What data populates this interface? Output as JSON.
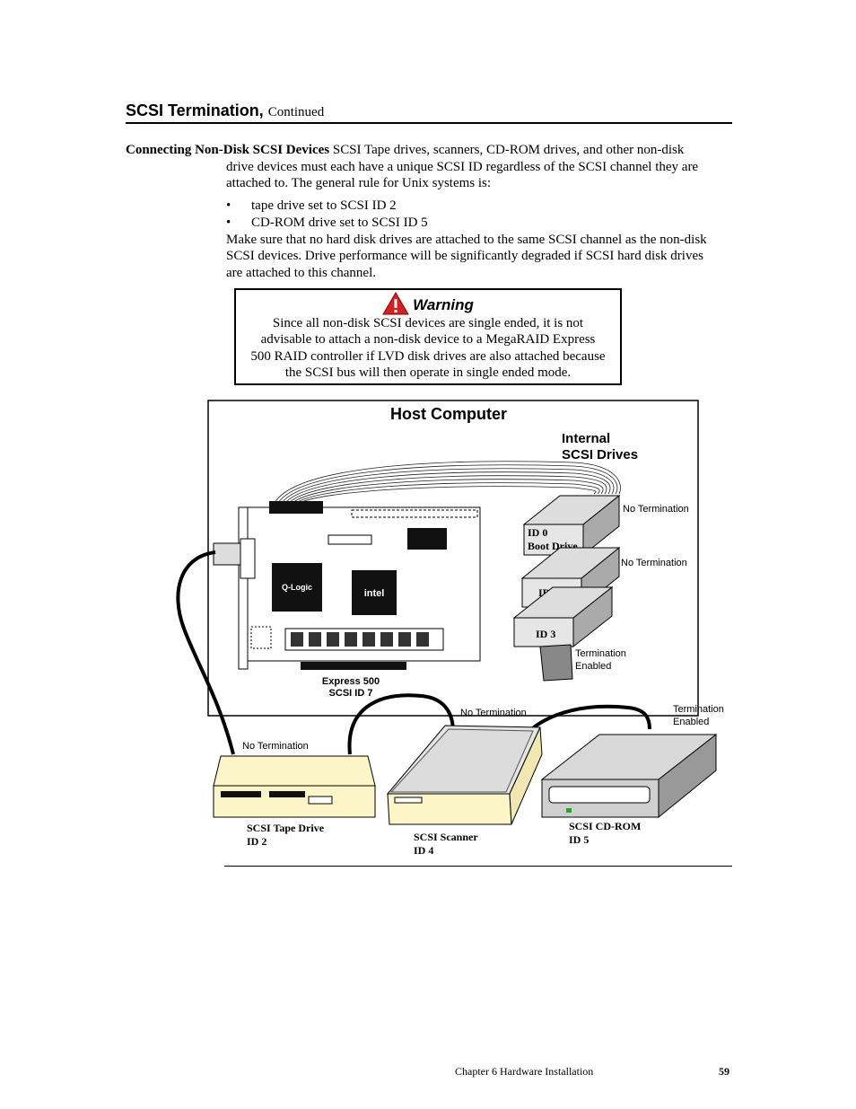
{
  "heading": {
    "title": "SCSI Termination,",
    "continued": "Continued"
  },
  "section": {
    "lead": "Connecting Non-Disk SCSI Devices",
    "intro": "SCSI Tape drives, scanners, CD-ROM drives, and other non-disk",
    "intro_l2": "drive devices must each have a unique SCSI ID regardless of the SCSI channel they are",
    "intro_l3": "attached to. The general rule for Unix systems is:",
    "bullets": [
      "tape drive set to SCSI ID 2",
      "CD-ROM drive set to SCSI ID 5"
    ],
    "bullet_symbol": "•",
    "para_l1": "Make sure that no hard disk drives are attached to the same SCSI channel as the non-disk",
    "para_l2": "SCSI devices. Drive performance will be significantly degraded if SCSI hard disk drives",
    "para_l3": "are attached to this channel."
  },
  "warning": {
    "title": "Warning",
    "icon": "warning-triangle-icon",
    "l1": "Since all non-disk SCSI devices are single ended, it is not",
    "l2": "advisable to attach a non-disk device to a MegaRAID Express",
    "l3": "500 RAID controller if LVD disk drives are also attached because",
    "l4": "the SCSI bus will then operate in single ended mode."
  },
  "diagram": {
    "host_title": "Host Computer",
    "internal_l1": "Internal",
    "internal_l2": "SCSI Drives",
    "no_term_1": "No Termination",
    "no_term_2": "No Termination",
    "term_enabled_l1": "Termination",
    "term_enabled_l2": "Enabled",
    "drive0_l1": "ID 0",
    "drive0_l2": "Boot Drive",
    "drive1": "ID 1",
    "drive3": "ID 3",
    "qlogic": "Q-Logic",
    "intel": "intel",
    "controller_l1": "Express 500",
    "controller_l2": "SCSI ID 7",
    "tape_no_term": "No Termination",
    "scanner_no_term": "No Termination",
    "cdrom_term_l1": "Termination",
    "cdrom_term_l2": "Enabled",
    "tape_l1": "SCSI Tape Drive",
    "tape_l2": "ID 2",
    "scanner_l1": "SCSI Scanner",
    "scanner_l2": "ID 4",
    "cdrom_l1": "SCSI CD-ROM",
    "cdrom_l2": "ID 5"
  },
  "footer": {
    "chapter": "Chapter 6 Hardware Installation",
    "page": "59"
  }
}
